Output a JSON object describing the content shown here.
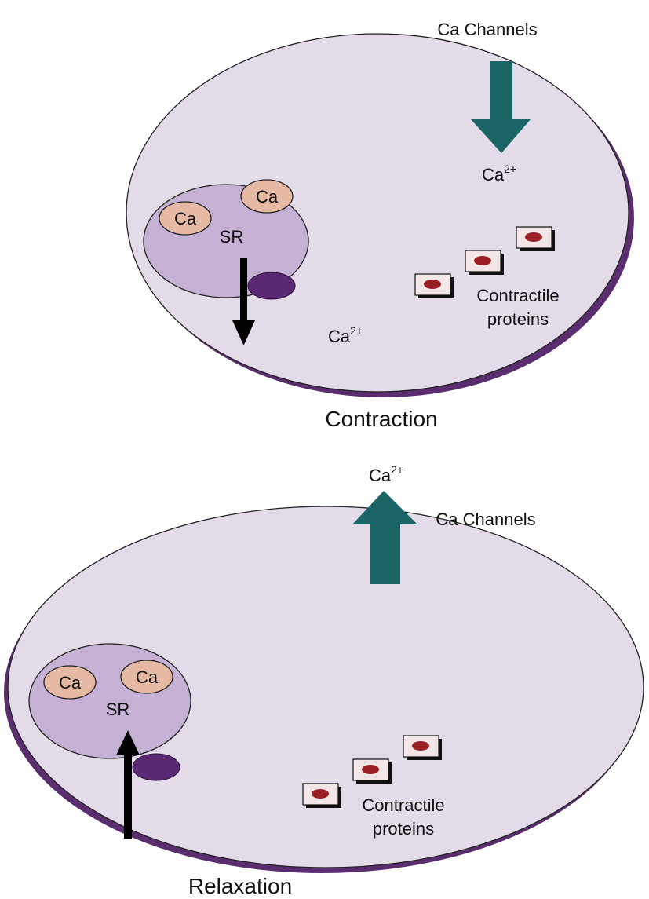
{
  "panels": [
    {
      "id": "contraction",
      "caption": "Contraction",
      "sr_label": "SR",
      "vesicle_labels": [
        "Ca",
        "Ca"
      ],
      "channel_label": "Ca Channels",
      "ion_near_channel": {
        "base": "Ca",
        "sup": "2+"
      },
      "ion_cytosol": {
        "base": "Ca",
        "sup": "2+"
      },
      "protein_label_lines": [
        "Contractile",
        "proteins"
      ],
      "ca_flow_direction": "into cell; released from SR"
    },
    {
      "id": "relaxation",
      "caption": "Relaxation",
      "sr_label": "SR",
      "vesicle_labels": [
        "Ca",
        "Ca"
      ],
      "channel_label": "Ca Channels",
      "ion_near_channel": {
        "base": "Ca",
        "sup": "2+"
      },
      "protein_label_lines": [
        "Contractile",
        "proteins"
      ],
      "ca_flow_direction": "out of cell; taken up into SR"
    }
  ],
  "colors": {
    "cell_fill": "#e4dbe8",
    "cell_rim": "#5a2d6e",
    "sr_fill": "#c4b1d3",
    "vesicle_fill": "#e6b9a4",
    "pump_fill": "#5b2873",
    "channel_arrow": "#1c6566",
    "protein_fill": "#f3e6e6",
    "protein_dot": "#9a1e23",
    "text": "#111111"
  },
  "icons": {
    "channel_arrow": "teal-block-arrow",
    "sr_flow_arrow": "black-line-arrow",
    "pump": "purple-oval-pump",
    "protein": "framed-red-oval-block"
  }
}
